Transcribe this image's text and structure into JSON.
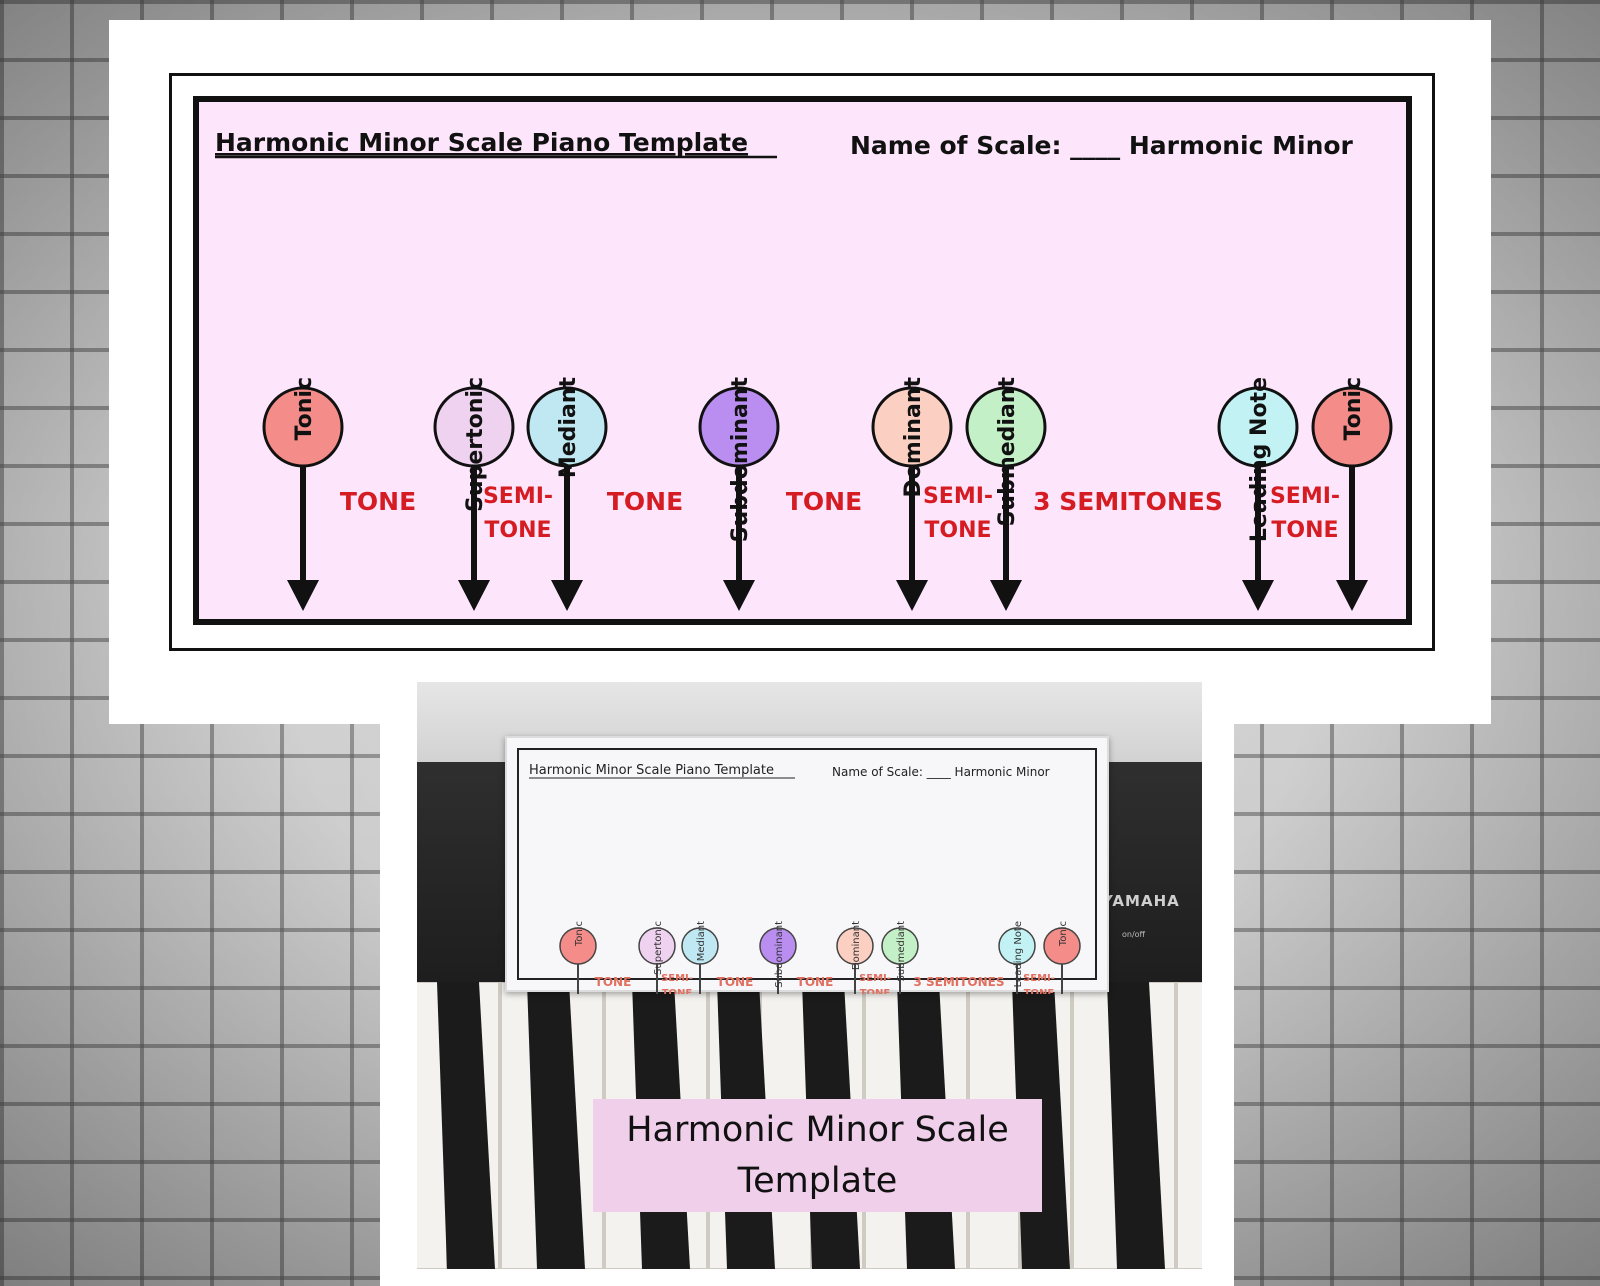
{
  "template": {
    "title": "Harmonic Minor Scale Piano Template",
    "scale_label": "Name of Scale: ____ Harmonic Minor",
    "degrees": [
      {
        "name": "Tonic",
        "color": "#f48d8a"
      },
      {
        "name": "Supertonic",
        "color": "#efd2ef"
      },
      {
        "name": "Mediant",
        "color": "#bfe8f3"
      },
      {
        "name": "Subdominant",
        "color": "#b98ef0"
      },
      {
        "name": "Dominant",
        "color": "#fbcfc1"
      },
      {
        "name": "Submediant",
        "color": "#c3f0c6"
      },
      {
        "name": "Leading Note",
        "color": "#c2f2f3"
      },
      {
        "name": "Tonic",
        "color": "#f48d8a"
      }
    ],
    "intervals": [
      {
        "lines": [
          "TONE"
        ]
      },
      {
        "lines": [
          "SEMI-",
          "TONE"
        ]
      },
      {
        "lines": [
          "TONE"
        ]
      },
      {
        "lines": [
          "TONE"
        ]
      },
      {
        "lines": [
          "SEMI-",
          "TONE"
        ]
      },
      {
        "lines": [
          "3 SEMITONES"
        ]
      },
      {
        "lines": [
          "SEMI-",
          "TONE"
        ]
      }
    ],
    "interval_color": "#d51c23",
    "background_color": "#fde6fb"
  },
  "photo": {
    "brand": "YAMAHA",
    "power_label": "on/off"
  },
  "caption": {
    "line1": "Harmonic Minor Scale",
    "line2": "Template",
    "background_color": "#f0cfea"
  }
}
